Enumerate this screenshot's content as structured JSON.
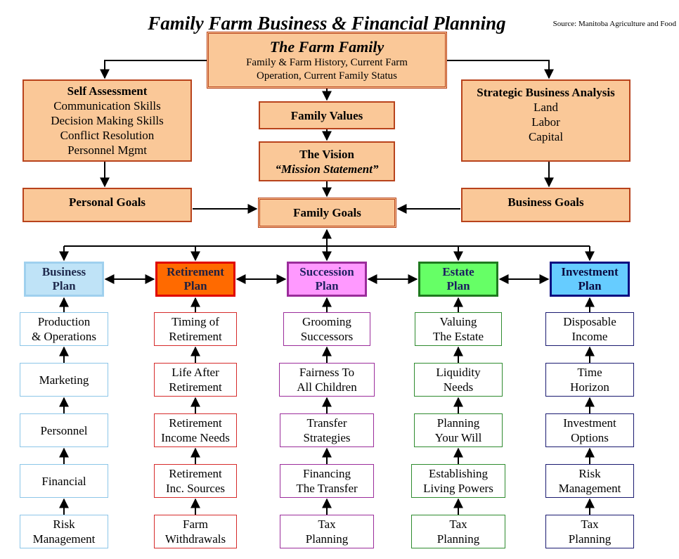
{
  "title": "Family Farm Business & Financial Planning",
  "source": "Source: Manitoba Agriculture and Food",
  "farm_family": {
    "heading": "The Farm Family",
    "lines": [
      "Family & Farm History, Current Farm",
      "Operation, Current Family Status"
    ]
  },
  "self_assessment": {
    "heading": "Self Assessment",
    "lines": [
      "Communication Skills",
      "Decision Making Skills",
      "Conflict Resolution",
      "Personnel Mgmt"
    ]
  },
  "strategic_analysis": {
    "heading": "Strategic Business Analysis",
    "lines": [
      "Land",
      "Labor",
      "Capital"
    ]
  },
  "family_values": "Family Values",
  "vision": {
    "heading": "The Vision",
    "sub": "“Mission Statement”"
  },
  "personal_goals": "Personal Goals",
  "business_goals": "Business Goals",
  "family_goals": "Family Goals",
  "plans": [
    {
      "lines": [
        "Business",
        "Plan"
      ],
      "color": "#BFE3F7",
      "border": "#9FD0EE",
      "text": "#1F2A4D",
      "sub_border": "#8CC6E8",
      "items": [
        [
          "Production",
          "& Operations"
        ],
        [
          "Marketing"
        ],
        [
          "Personnel"
        ],
        [
          "Financial"
        ],
        [
          "Risk",
          "Management"
        ]
      ]
    },
    {
      "lines": [
        "Retirement",
        "Plan"
      ],
      "color": "#FF6A00",
      "border": "#E00000",
      "text": "#202040",
      "sub_border": "#D62A2A",
      "items": [
        [
          "Timing of",
          "Retirement"
        ],
        [
          "Life After",
          "Retirement"
        ],
        [
          "Retirement",
          "Income Needs"
        ],
        [
          "Retirement",
          "Inc. Sources"
        ],
        [
          "Farm",
          "Withdrawals"
        ]
      ]
    },
    {
      "lines": [
        "Succession",
        "Plan"
      ],
      "color": "#FF99FF",
      "border": "#9B2C9B",
      "text": "#202060",
      "sub_border": "#9B2C9B",
      "items": [
        [
          "Grooming",
          "Successors"
        ],
        [
          "Fairness To",
          "All Children"
        ],
        [
          "Transfer",
          "Strategies"
        ],
        [
          "Financing",
          "The Transfer"
        ],
        [
          "Tax",
          "Planning"
        ]
      ]
    },
    {
      "lines": [
        "Estate",
        "Plan"
      ],
      "color": "#66FF66",
      "border": "#1E7A1E",
      "text": "#1A1A60",
      "sub_border": "#2E8B2E",
      "items": [
        [
          "Valuing",
          "The Estate"
        ],
        [
          "Liquidity",
          "Needs"
        ],
        [
          "Planning",
          "Your Will"
        ],
        [
          "Establishing",
          "Living Powers"
        ],
        [
          "Tax",
          "Planning"
        ]
      ]
    },
    {
      "lines": [
        "Investment",
        "Plan"
      ],
      "color": "#66CCFF",
      "border": "#0A0A80",
      "text": "#0A0A40",
      "sub_border": "#1A1A70",
      "items": [
        [
          "Disposable",
          "Income"
        ],
        [
          "Time",
          "Horizon"
        ],
        [
          "Investment",
          "Options"
        ],
        [
          "Risk",
          "Management"
        ],
        [
          "Tax",
          "Planning"
        ]
      ]
    }
  ]
}
